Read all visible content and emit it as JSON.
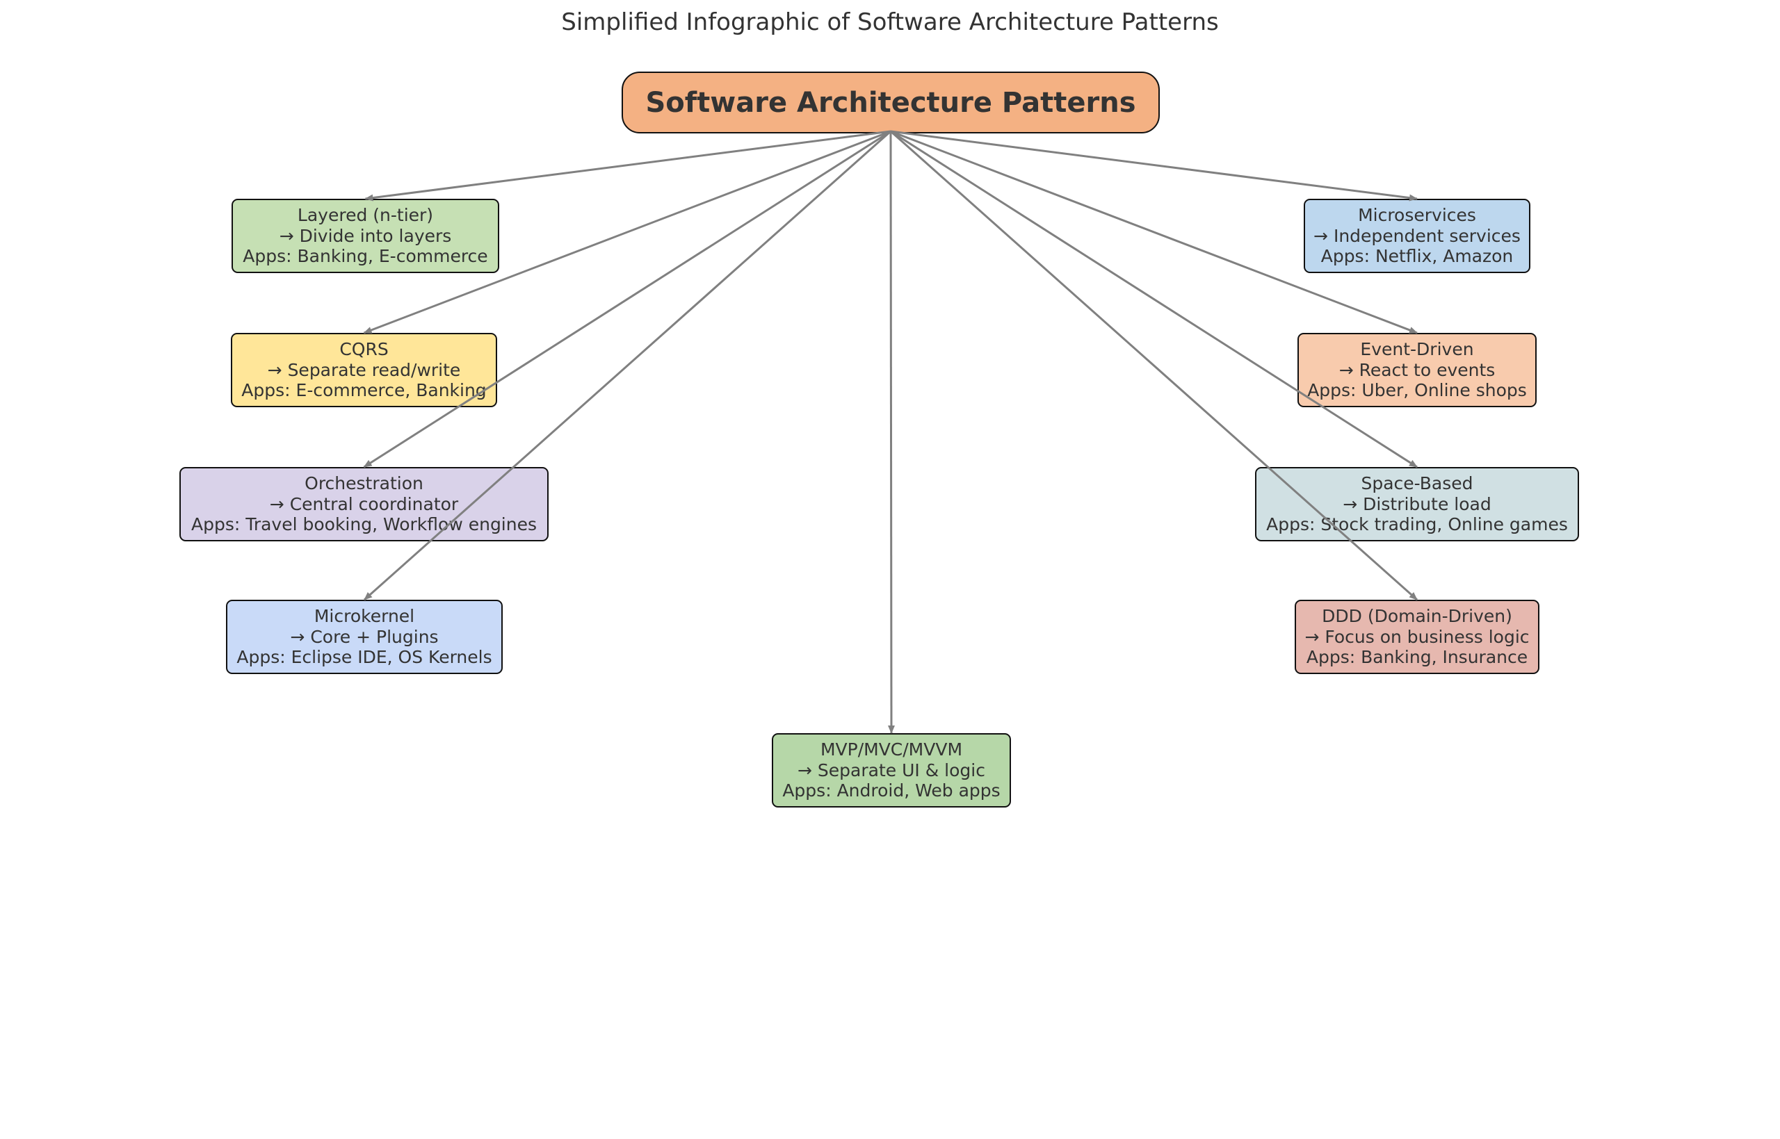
{
  "title": "Simplified Infographic of Software Architecture Patterns",
  "root": {
    "label": "Software Architecture Patterns",
    "color": "#F4B183"
  },
  "nodes": [
    {
      "id": "layered",
      "name": "Layered (n-tier)",
      "desc": "→ Divide into layers",
      "apps": "Apps: Banking, E-commerce",
      "color": "#C6E0B4"
    },
    {
      "id": "cqrs",
      "name": "CQRS",
      "desc": "→ Separate read/write",
      "apps": "Apps: E-commerce, Banking",
      "color": "#FFE699"
    },
    {
      "id": "orchestration",
      "name": "Orchestration",
      "desc": "→ Central coordinator",
      "apps": "Apps: Travel booking, Workflow engines",
      "color": "#D9D2E9"
    },
    {
      "id": "microkernel",
      "name": "Microkernel",
      "desc": "→ Core + Plugins",
      "apps": "Apps: Eclipse IDE, OS Kernels",
      "color": "#C9DAF8"
    },
    {
      "id": "microservices",
      "name": "Microservices",
      "desc": "→ Independent services",
      "apps": "Apps: Netflix, Amazon",
      "color": "#BDD7EE"
    },
    {
      "id": "event-driven",
      "name": "Event-Driven",
      "desc": "→ React to events",
      "apps": "Apps: Uber, Online shops",
      "color": "#F8CBAD"
    },
    {
      "id": "space-based",
      "name": "Space-Based",
      "desc": "→ Distribute load",
      "apps": "Apps: Stock trading, Online games",
      "color": "#D0E0E3"
    },
    {
      "id": "ddd",
      "name": "DDD (Domain-Driven)",
      "desc": "→ Focus on business logic",
      "apps": "Apps: Banking, Insurance",
      "color": "#E6B8AF"
    },
    {
      "id": "mvp-mvc-mvvm",
      "name": "MVP/MVC/MVVM",
      "desc": "→ Separate UI & logic",
      "apps": "Apps: Android, Web apps",
      "color": "#B6D7A8"
    }
  ],
  "edges": [
    {
      "from": "root",
      "to": "layered"
    },
    {
      "from": "root",
      "to": "cqrs"
    },
    {
      "from": "root",
      "to": "orchestration"
    },
    {
      "from": "root",
      "to": "microkernel"
    },
    {
      "from": "root",
      "to": "microservices"
    },
    {
      "from": "root",
      "to": "event-driven"
    },
    {
      "from": "root",
      "to": "space-based"
    },
    {
      "from": "root",
      "to": "ddd"
    },
    {
      "from": "root",
      "to": "mvp-mvc-mvvm"
    }
  ],
  "arrow_color": "#808080"
}
